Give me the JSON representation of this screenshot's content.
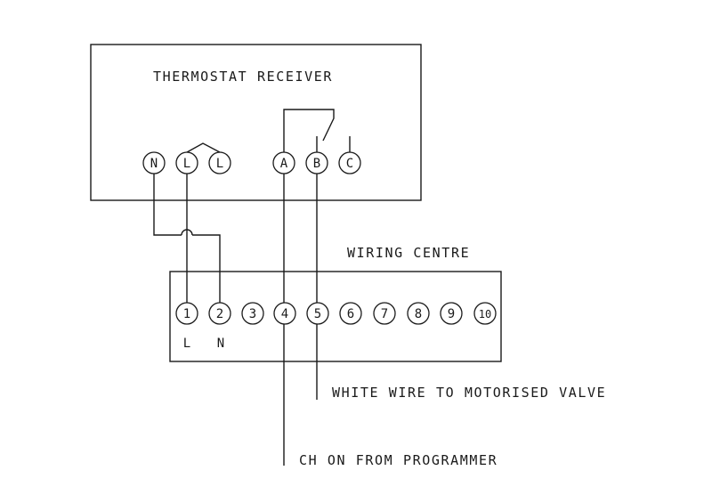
{
  "diagram": {
    "receiver": {
      "title": "THERMOSTAT RECEIVER",
      "terminals": [
        "N",
        "L",
        "L",
        "A",
        "B",
        "C"
      ]
    },
    "wiring_centre": {
      "title": "WIRING CENTRE",
      "terminals": [
        "1",
        "2",
        "3",
        "4",
        "5",
        "6",
        "7",
        "8",
        "9",
        "10"
      ],
      "terminal_labels": {
        "1": "L",
        "2": "N"
      }
    },
    "annotations": {
      "white_wire": "WHITE WIRE TO MOTORISED VALVE",
      "ch_on": "CH ON FROM PROGRAMMER"
    },
    "connections": [
      {
        "from": "receiver.N",
        "to": "wiring_centre.2"
      },
      {
        "from": "receiver.L",
        "to": "wiring_centre.1"
      },
      {
        "from": "receiver.A",
        "to": "wiring_centre.4"
      },
      {
        "from": "receiver.B",
        "to": "wiring_centre.5"
      }
    ]
  }
}
